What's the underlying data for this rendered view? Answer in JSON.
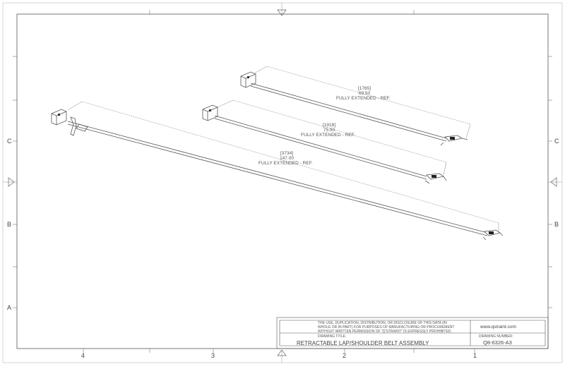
{
  "zones": {
    "rows": [
      "C",
      "B",
      "A"
    ],
    "cols": [
      "4",
      "3",
      "2",
      "1"
    ]
  },
  "dimensions": [
    {
      "mm": "1765",
      "inches": "69.50",
      "note": "FULLY EXTENDED - REF."
    },
    {
      "mm": "1918",
      "inches": "75.50",
      "note": "FULLY EXTENDED - REF."
    },
    {
      "mm": "3734",
      "inches": "147.00",
      "note": "FULLY EXTENDED - REF."
    }
  ],
  "title_block": {
    "disclaimer": [
      "THE USE, DUPLICATION, DISTRIBUTION, OR DISCLOSURE OF THIS DATA (IN",
      "WHOLE OR IN PART) FOR PURPOSES OF MANUFACTURING OR PROCUREMENT",
      "WITHOUT WRITTEN PERMISSION OF \"Q'STRAINT\" IS EXPRESSLY PROHIBITED."
    ],
    "website": "www.qstraint.com",
    "drawing_title_label": "DRAWING TITLE:",
    "drawing_title": "RETRACTABLE LAP/SHOULDER BELT ASSEMBLY",
    "drawing_number_label": "DRAWING NUMBER:",
    "drawing_number": "Q8-6326-A3"
  },
  "colors": {
    "line": "#555555",
    "frame": "#333333",
    "dim": "#777777"
  }
}
